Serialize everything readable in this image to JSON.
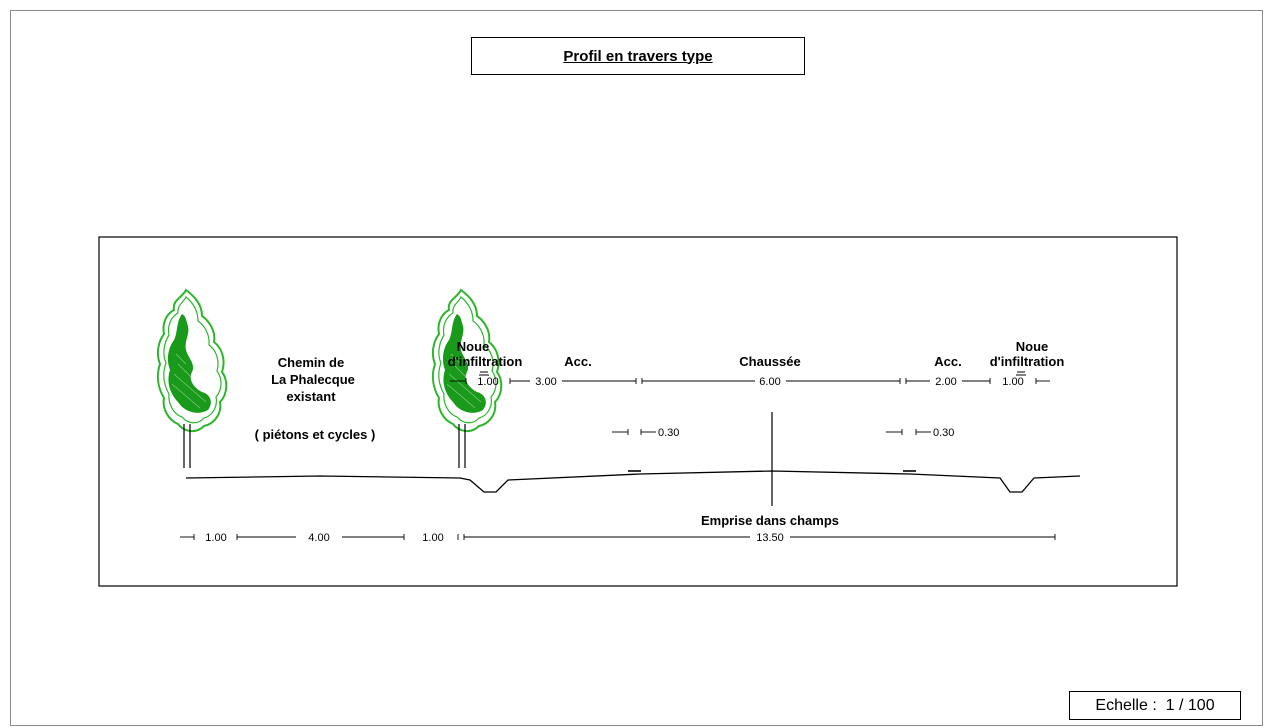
{
  "title": "Profil en travers type",
  "scale": {
    "label": "Echelle :",
    "value": "1 / 100"
  },
  "labels": {
    "chemin_line1": "Chemin de",
    "chemin_line2": "La Phalecque",
    "chemin_line3": "existant",
    "chemin_note": "( piétons et cycles )",
    "noue_left_line1": "Noue",
    "noue_left_line2": "d'infiltration",
    "acc_left": "Acc.",
    "chaussee": "Chaussée",
    "acc_right": "Acc.",
    "noue_right_line1": "Noue",
    "noue_right_line2": "d'infiltration",
    "emprise": "Emprise dans champs"
  },
  "dimensions_top": {
    "noue_left": "1.00",
    "acc_left": "3.00",
    "chaussee": "6.00",
    "acc_right": "2.00",
    "noue_right": "1.00"
  },
  "dimensions_mid": {
    "left": "0.30",
    "right": "0.30"
  },
  "dimensions_bottom": {
    "d1": "1.00",
    "d2": "4.00",
    "d3": "1.00",
    "d4": "13.50"
  },
  "colors": {
    "tree_fill": "#1a9a1a",
    "tree_outline": "#2db52d",
    "line": "#000000"
  }
}
